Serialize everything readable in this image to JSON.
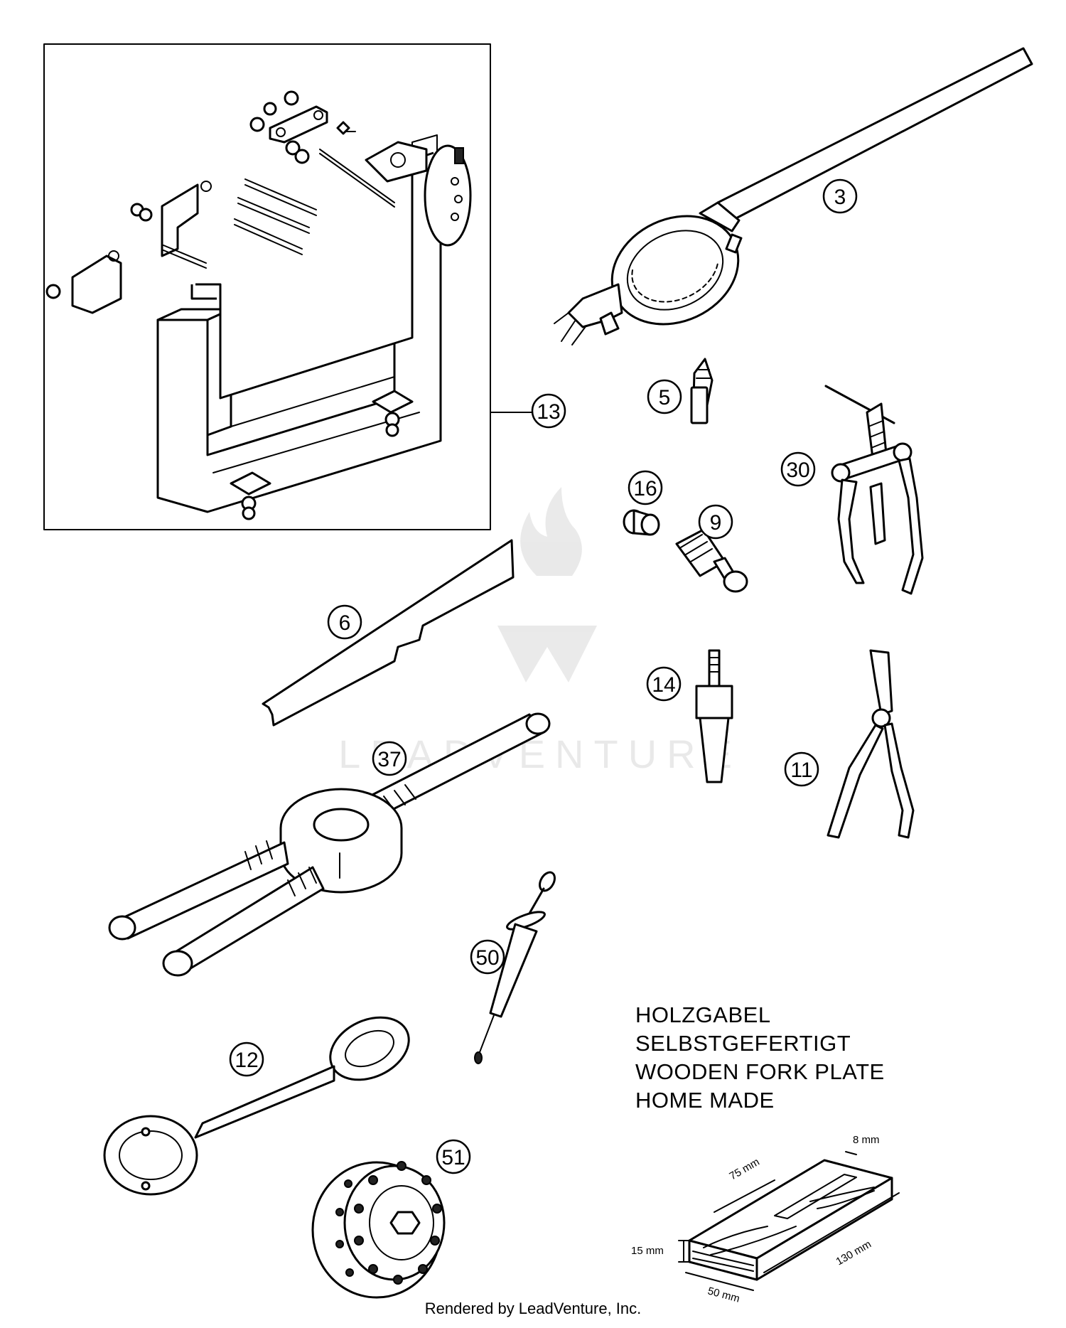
{
  "callouts": {
    "c3": "3",
    "c5": "5",
    "c6": "6",
    "c9": "9",
    "c11": "11",
    "c12": "12",
    "c13": "13",
    "c14": "14",
    "c16": "16",
    "c30": "30",
    "c37": "37",
    "c50": "50",
    "c51": "51"
  },
  "note": {
    "line1": "HOLZGABEL",
    "line2": "SELBSTGEFERTIGT",
    "line3": "WOODEN FORK PLATE",
    "line4": "HOME MADE"
  },
  "dimensions": {
    "d8": "8 mm",
    "d75": "75 mm",
    "d15": "15 mm",
    "d130": "130 mm",
    "d50": "50 mm"
  },
  "watermark": "LEADVENTURE",
  "footer": "Rendered by LeadVenture, Inc."
}
